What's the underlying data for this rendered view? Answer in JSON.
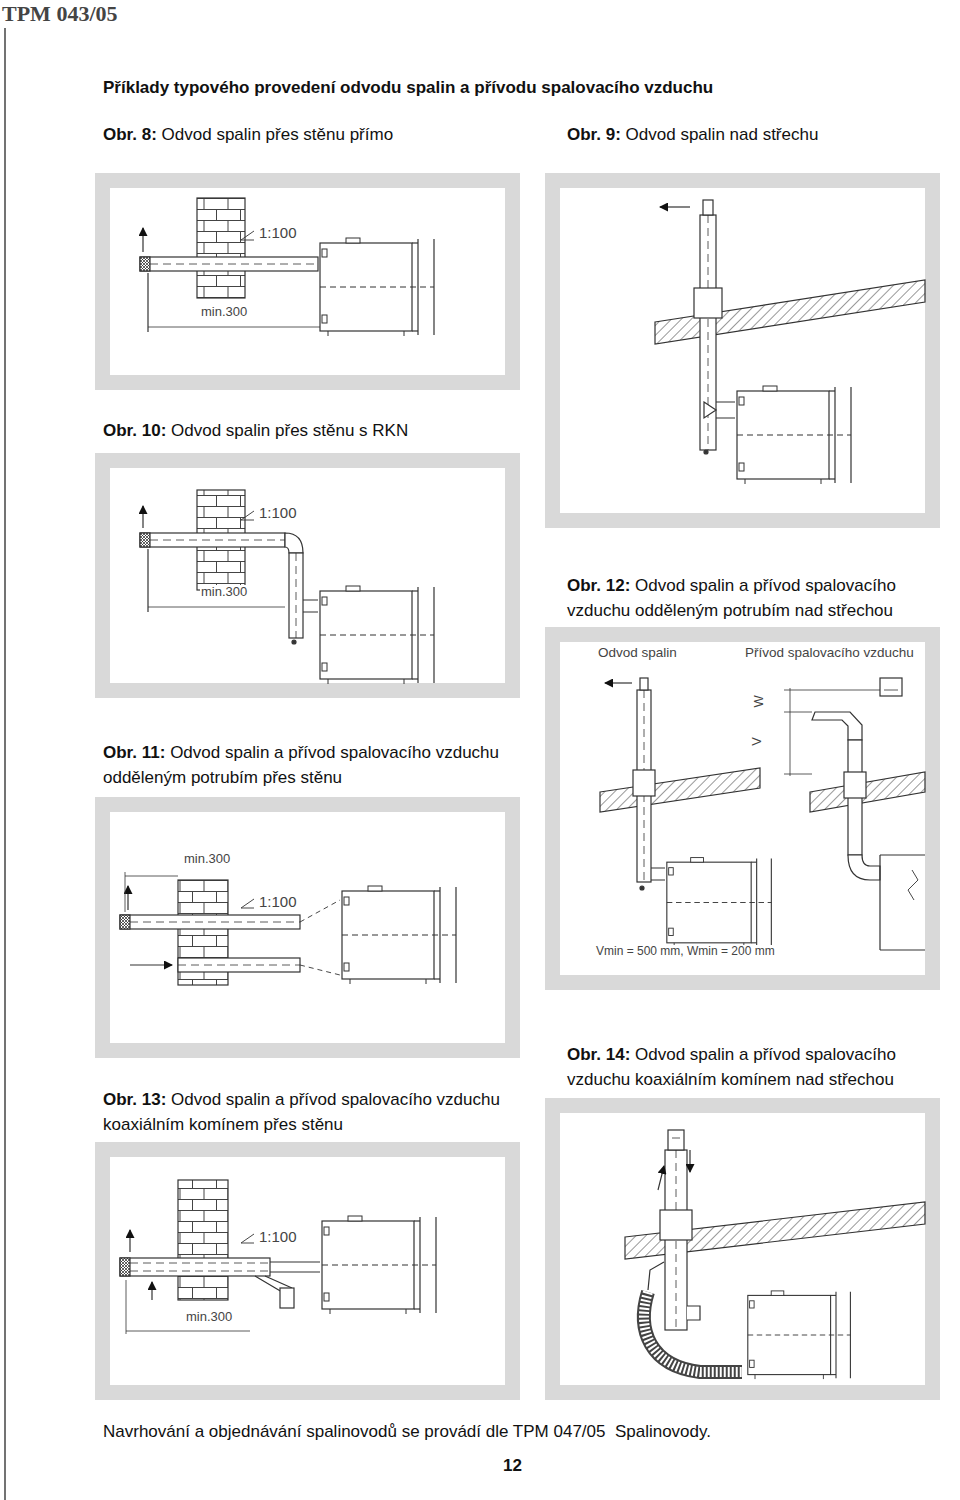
{
  "diagram": {
    "title": "Příklady typového provedení odvodu spalin a přívodu spalovacího vzduchu",
    "nodes": [
      {
        "text": [
          "Obr. 8:",
          "Odvod spalin přes stěnu přímo",
          "1:100",
          "min.300"
        ]
      },
      {
        "text": [
          "Obr. 9:",
          "Odvod spalin nad střechu"
        ]
      },
      {
        "text": [
          "Obr. 10:",
          "Odvod spalin přes stěnu s RKN",
          "1:100",
          "min.300"
        ]
      },
      {
        "text": [
          "Obr. 11:",
          "Odvod spalin a přívod spalovacího vzduchu odděleným potrubím přes stěnu",
          "min.300",
          "1:100"
        ]
      },
      {
        "text": [
          "Obr. 12:",
          "Odvod spalin a přívod spalovacího vzduchu odděleným potrubím nad střechou",
          "Odvod spalin",
          "Přívod spalovacího vzduchu",
          "W",
          "V",
          "Vmin = 500 mm, Wmin = 200 mm"
        ]
      },
      {
        "text": [
          "Obr. 13:",
          "Odvod spalin a přívod spalovacího vzduchu koaxiálním komínem přes stěnu",
          "1:100",
          "min.300"
        ]
      },
      {
        "text": [
          "Obr. 14:",
          "Odvod spalin a přívod spalovacího vzduchu koaxiálním komínem nad střechou"
        ]
      }
    ],
    "labels": [
      "TPM 043/05",
      "Navrhování a objednávání spalinovodů se provádí dle TPM 047/05  Spalinovody.",
      "12"
    ]
  }
}
